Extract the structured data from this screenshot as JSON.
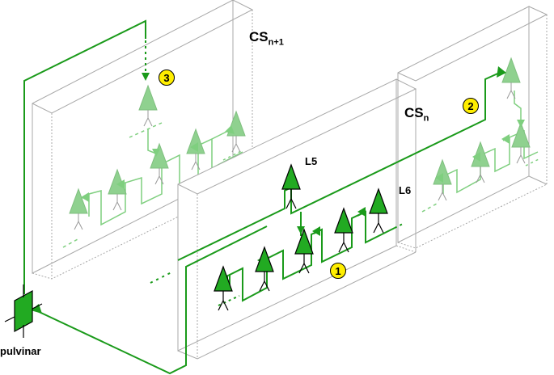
{
  "areas": {
    "cs_n_plus_1": {
      "base": "CS",
      "sub": "n+1"
    },
    "cs_n": {
      "base": "CS",
      "sub": "n"
    }
  },
  "layers": {
    "l5": "L5",
    "l6": "L6"
  },
  "pulvinar": "pulvinar",
  "steps": [
    "1",
    "2",
    "3"
  ],
  "colors": {
    "pathway": "#1a9a1a",
    "neuron_front": "#22aa22",
    "neuron_back": "#8fd18f",
    "badge": "#ffee00",
    "panel_edge": "#a8a8a8"
  }
}
